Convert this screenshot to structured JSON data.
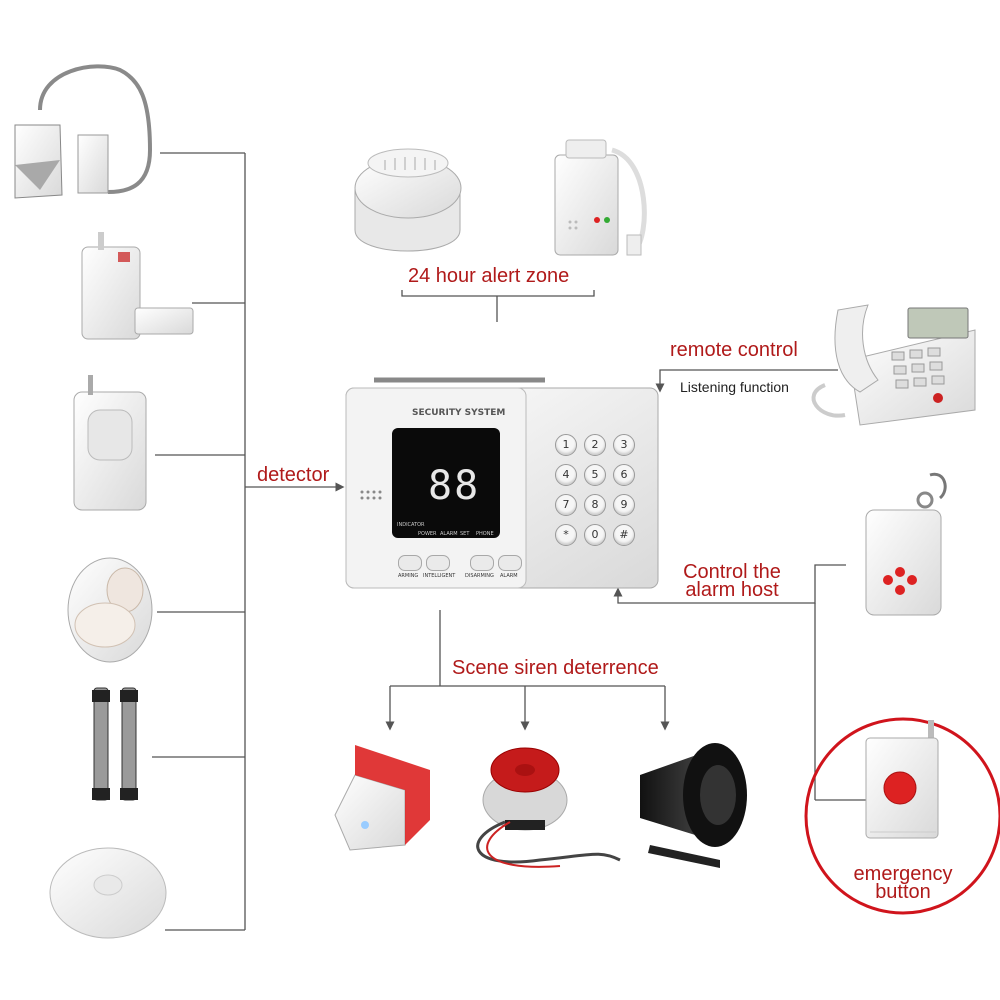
{
  "labels": {
    "alert_zone": "24 hour alert zone",
    "remote_control": "remote control",
    "listening": "Listening function",
    "detector": "detector",
    "control_line1": "Control the",
    "control_line2": "alarm host",
    "siren": "Scene siren deterrence",
    "emergency_line1": "emergency",
    "emergency_line2": "button"
  },
  "panel": {
    "brand": "SECURITY SYSTEM",
    "display": "88",
    "keys": [
      "1",
      "2",
      "3",
      "4",
      "5",
      "6",
      "7",
      "8",
      "9",
      "*",
      "0",
      "#"
    ],
    "indicator": "INDICATOR",
    "lights": [
      "POWER",
      "ALARM",
      "SET",
      "PHONE"
    ],
    "buttons": [
      "ARMING",
      "INTELLIGENT",
      "DISARMING",
      "ALARM"
    ]
  },
  "colors": {
    "label_red": "#b01a1a",
    "line_gray": "#555555",
    "circle_red": "#d0141c"
  }
}
